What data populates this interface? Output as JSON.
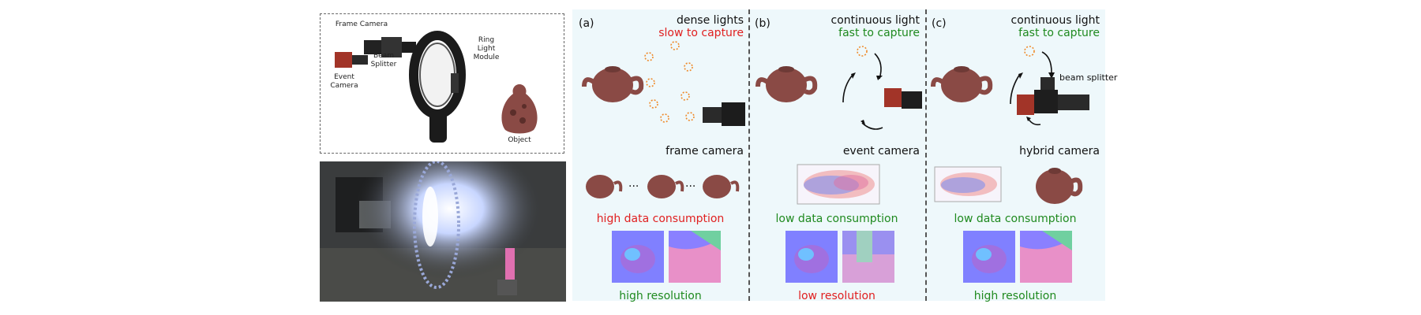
{
  "setup": {
    "frame_camera": "Frame Camera",
    "beam_splitter": "Beam\nSplitter",
    "event_camera": "Event\nCamera",
    "ring_light_module": "Ring\nLight\nModule",
    "object": "Object"
  },
  "panels": [
    {
      "id": "(a)",
      "light_label": "dense lights",
      "capture_label": "slow to capture",
      "camera_label": "frame camera",
      "dots": "...",
      "data_label": "high data consumption",
      "resolution_label": "high resolution"
    },
    {
      "id": "(b)",
      "light_label": "continuous light",
      "capture_label": "fast to capture",
      "camera_label": "event camera",
      "data_label": "low data consumption",
      "resolution_label": "low resolution"
    },
    {
      "id": "(c)",
      "light_label": "continuous light",
      "capture_label": "fast to capture",
      "camera_label": "hybrid camera",
      "beam_splitter": "beam splitter",
      "data_label": "low data consumption",
      "resolution_label": "high resolution"
    }
  ],
  "colors": {
    "good": "#1f8a1f",
    "bad": "#e02020",
    "panel_bg": "#eef8fb",
    "teapot": "#8a4a45",
    "light": "#ee8a2a"
  }
}
